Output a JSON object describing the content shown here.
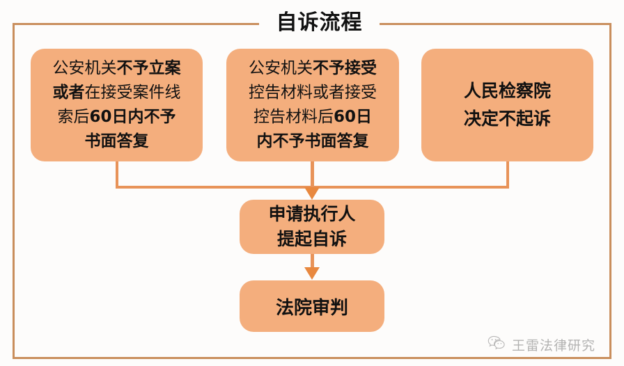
{
  "title": "自诉流程",
  "colors": {
    "box_fill": "#F4AE7D",
    "connector": "#E89359",
    "arrow": "#E8883F",
    "frame": "#C98E5C",
    "text": "#111111",
    "background": "#FDFCFB"
  },
  "boxes": {
    "police_no_case": {
      "lines": [
        [
          {
            "t": "公安机关",
            "b": false
          },
          {
            "t": "不予立案",
            "b": true
          }
        ],
        [
          {
            "t": "或者",
            "b": true
          },
          {
            "t": "在接受案件线",
            "b": false
          }
        ],
        [
          {
            "t": "索后",
            "b": false
          },
          {
            "t": "60日内不予",
            "b": true
          }
        ],
        [
          {
            "t": "书面答复",
            "b": true
          }
        ]
      ],
      "plain": "公安机关不予立案或者在接受案件线索后60日内不予书面答复"
    },
    "police_no_accept": {
      "lines": [
        [
          {
            "t": "公安机关",
            "b": false
          },
          {
            "t": "不予接受",
            "b": true
          }
        ],
        [
          {
            "t": "控告材料或者接受",
            "b": false
          }
        ],
        [
          {
            "t": "控告材料后",
            "b": false
          },
          {
            "t": "60日",
            "b": true
          }
        ],
        [
          {
            "t": "内不予书面答复",
            "b": true
          }
        ]
      ],
      "plain": "公安机关不予接受控告材料或者接受控告材料后60日内不予书面答复"
    },
    "procuratorate": {
      "lines": [
        [
          {
            "t": "人民检察院",
            "b": true
          }
        ],
        [
          {
            "t": "决定不起诉",
            "b": true
          }
        ]
      ],
      "plain": "人民检察院决定不起诉"
    },
    "private_prosecution": {
      "lines": [
        [
          {
            "t": "申请执行人",
            "b": true
          }
        ],
        [
          {
            "t": "提起自诉",
            "b": true
          }
        ]
      ],
      "plain": "申请执行人提起自诉"
    },
    "court_trial": {
      "lines": [
        [
          {
            "t": "法院审判",
            "b": true
          }
        ]
      ],
      "plain": "法院审判"
    }
  },
  "watermark": {
    "label": "王雷法律研究",
    "icon": "wechat-icon"
  }
}
